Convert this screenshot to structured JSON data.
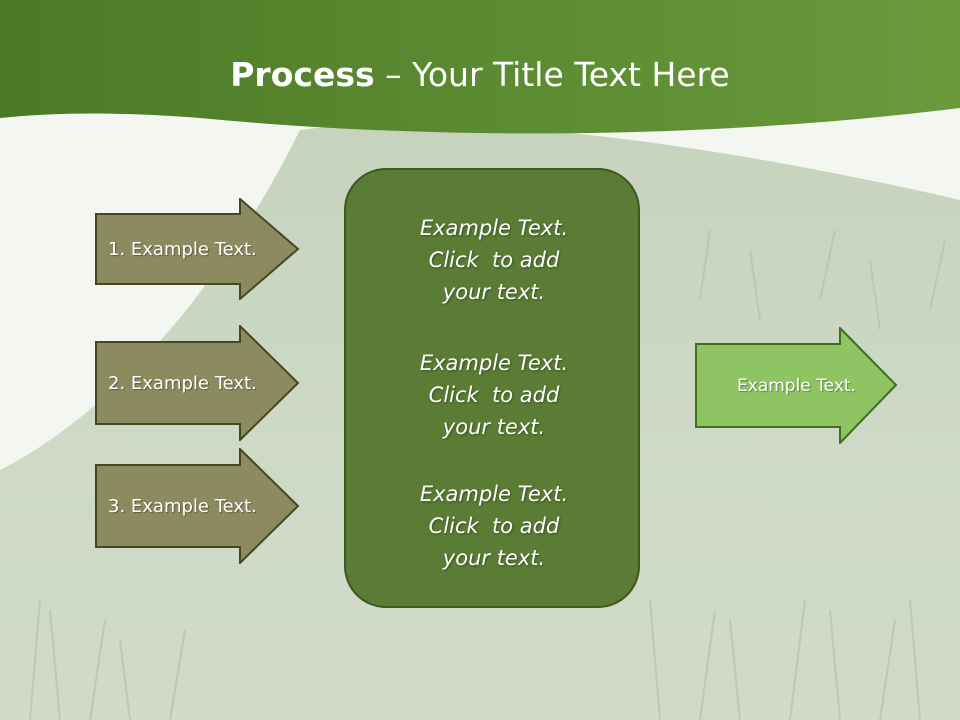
{
  "title": {
    "bold": "Process",
    "rest": " – Your Title Text Here"
  },
  "inputs": [
    {
      "label": "1. Example Text."
    },
    {
      "label": "2. Example Text."
    },
    {
      "label": "3. Example Text."
    }
  ],
  "center_blocks": [
    {
      "line1": "Example Text.",
      "line2": "Click  to add",
      "line3": "your text."
    },
    {
      "line1": "Example Text.",
      "line2": "Click  to add",
      "line3": "your text."
    },
    {
      "line1": "Example Text.",
      "line2": "Click  to add",
      "line3": "your text."
    }
  ],
  "output": {
    "label": "Example Text."
  },
  "colors": {
    "header_green": "#5a8a2e",
    "input_arrow_fill": "#8c8a5f",
    "center_box_fill": "#5a7c34",
    "output_arrow_fill": "#8fc463"
  }
}
